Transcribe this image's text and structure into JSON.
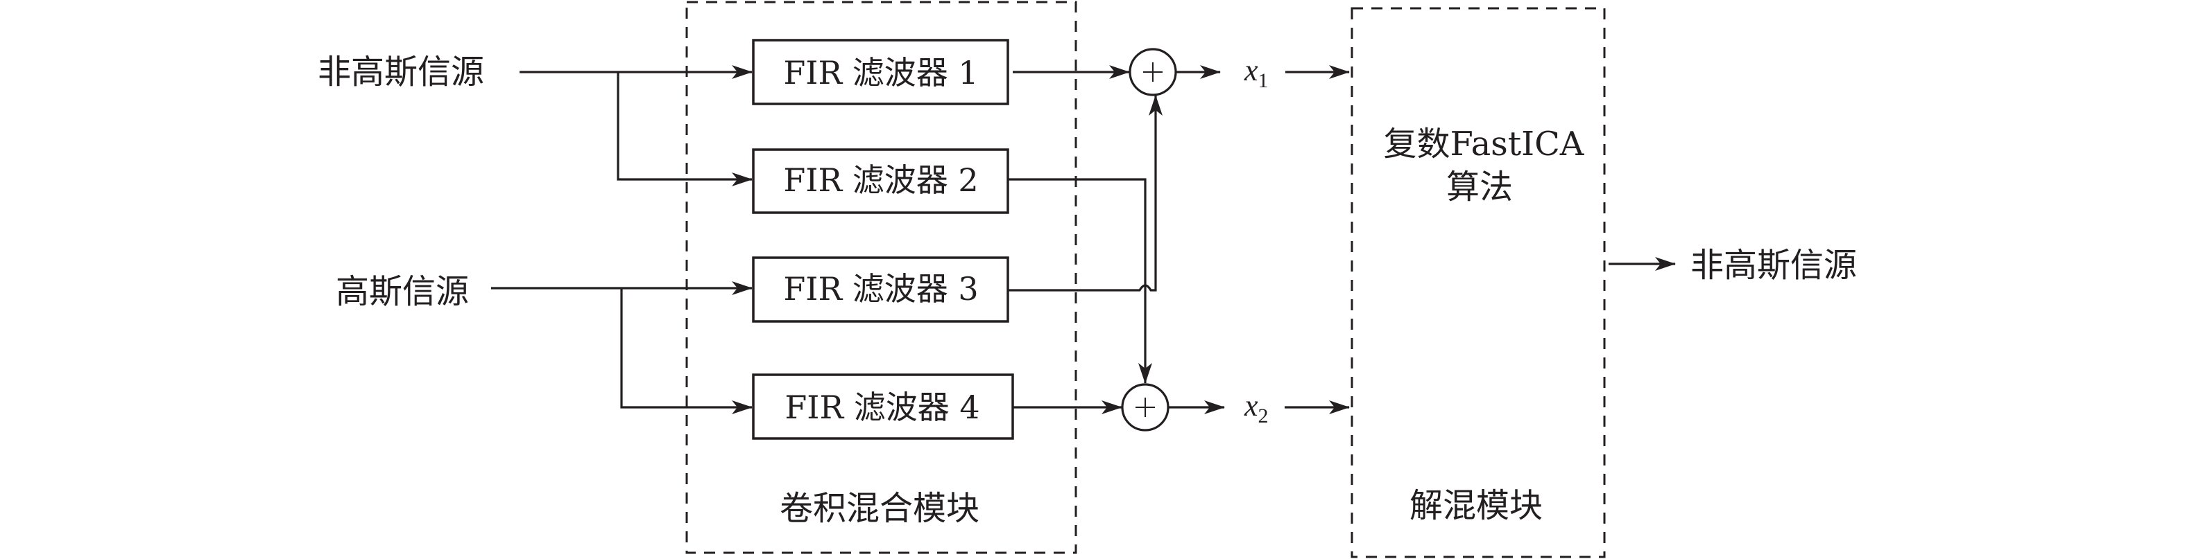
{
  "diagram": {
    "sources": {
      "non_gaussian": "非高斯信源",
      "gaussian": "高斯信源"
    },
    "filters": [
      {
        "label": "FIR 滤波器 1"
      },
      {
        "label": "FIR 滤波器 2"
      },
      {
        "label": "FIR 滤波器 3"
      },
      {
        "label": "FIR 滤波器 4"
      }
    ],
    "adders": [
      {
        "symbol": "+"
      },
      {
        "symbol": "+"
      }
    ],
    "mixed_signals": [
      {
        "var": "x",
        "sub": "1"
      },
      {
        "var": "x",
        "sub": "2"
      }
    ],
    "modules": {
      "mixing": "卷积混合模块",
      "unmixing": "解混模块",
      "algorithm_line1": "复数FastICA",
      "algorithm_line2": "算法"
    },
    "output": "非高斯信源",
    "connections": [
      {
        "from": "非高斯信源",
        "to": "FIR 滤波器 1"
      },
      {
        "from": "非高斯信源",
        "to": "FIR 滤波器 2"
      },
      {
        "from": "高斯信源",
        "to": "FIR 滤波器 3"
      },
      {
        "from": "高斯信源",
        "to": "FIR 滤波器 4"
      },
      {
        "from": "FIR 滤波器 1",
        "to": "adder-1"
      },
      {
        "from": "FIR 滤波器 3",
        "to": "adder-1"
      },
      {
        "from": "FIR 滤波器 2",
        "to": "adder-2"
      },
      {
        "from": "FIR 滤波器 4",
        "to": "adder-2"
      },
      {
        "from": "adder-1",
        "to": "x1"
      },
      {
        "from": "adder-2",
        "to": "x2"
      },
      {
        "from": "x1",
        "to": "解混模块"
      },
      {
        "from": "x2",
        "to": "解混模块"
      },
      {
        "from": "解混模块",
        "to": "非高斯信源"
      }
    ]
  }
}
